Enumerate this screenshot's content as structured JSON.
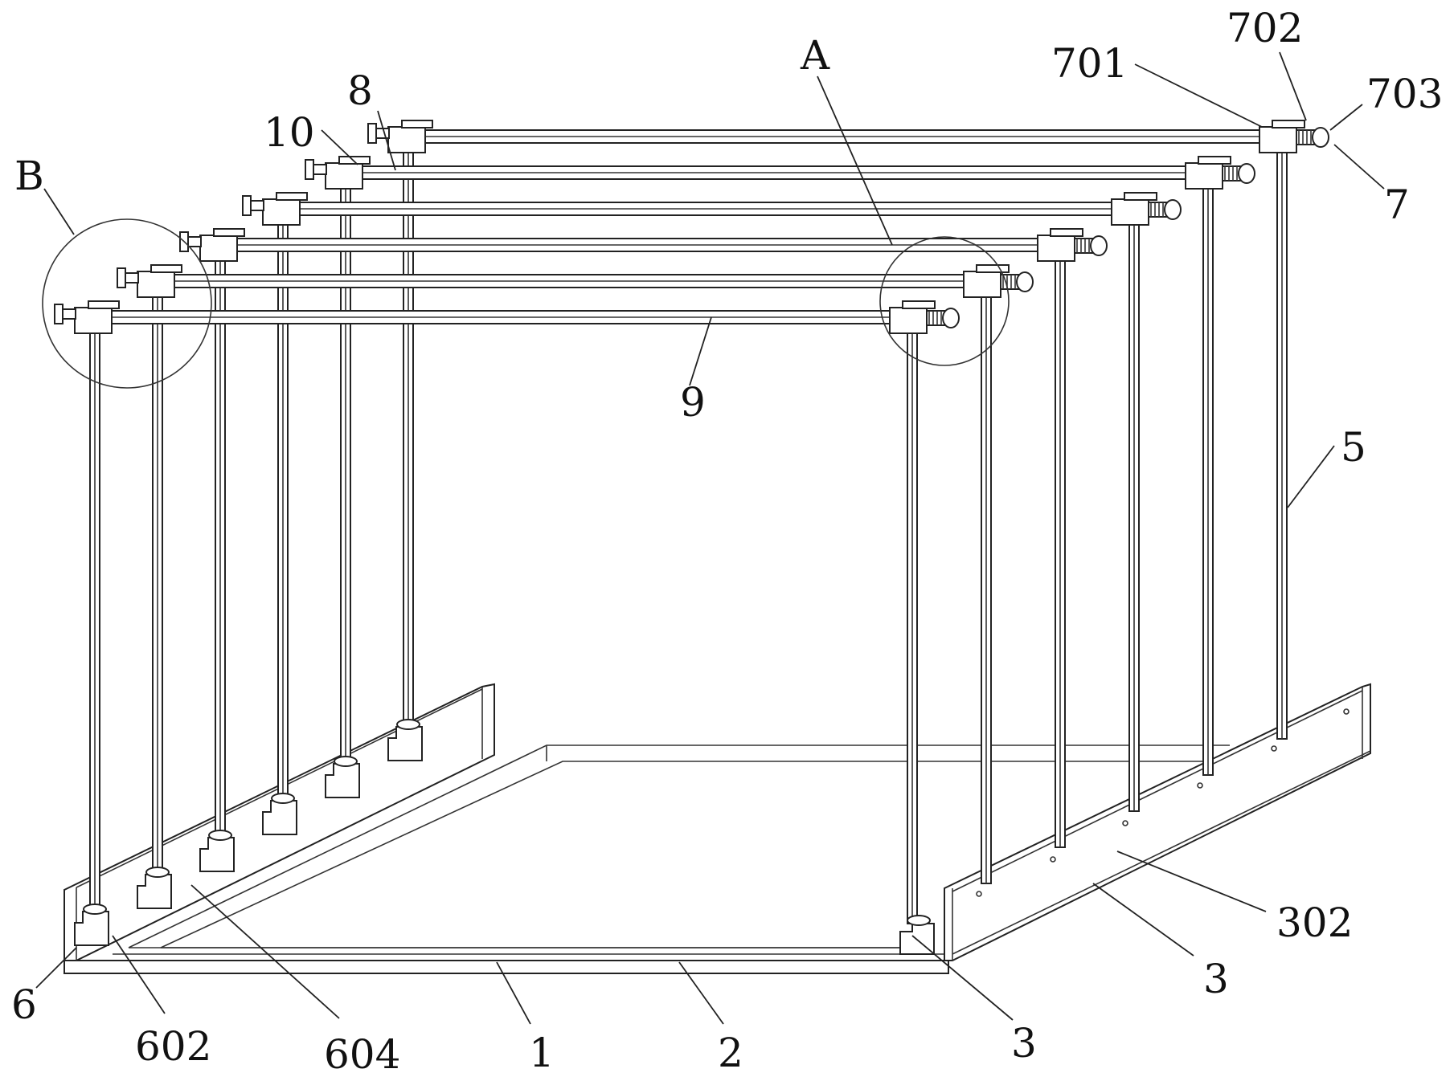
{
  "labels": {
    "l1": "1",
    "l2": "2",
    "l3a": "3",
    "l3b": "3",
    "l5": "5",
    "l6": "6",
    "l7": "7",
    "l8": "8",
    "l9": "9",
    "l10": "10",
    "l302": "302",
    "l602": "602",
    "l604": "604",
    "l701": "701",
    "l702": "702",
    "l703": "703",
    "lA": "A",
    "lB": "B"
  }
}
